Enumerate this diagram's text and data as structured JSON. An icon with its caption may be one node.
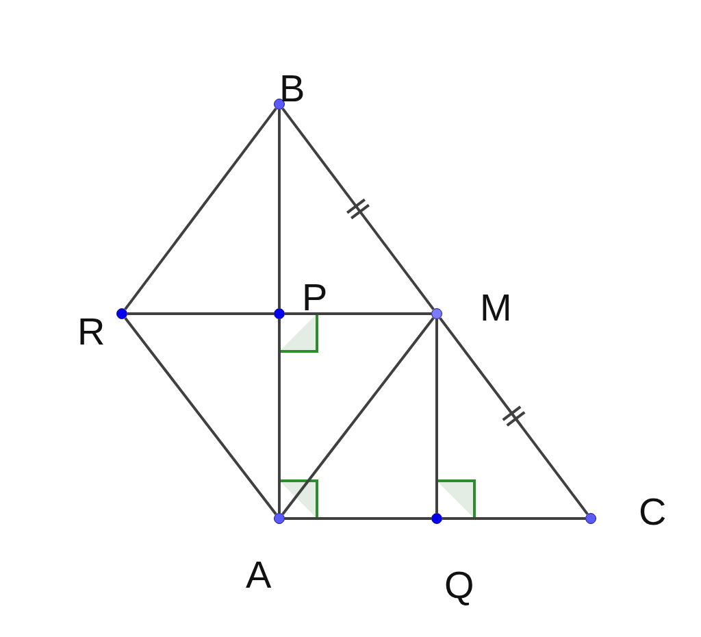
{
  "diagram": {
    "nodes": [
      {
        "text": [
          "B"
        ]
      },
      {
        "text": [
          "R"
        ]
      },
      {
        "text": [
          "P"
        ]
      },
      {
        "text": [
          "M"
        ]
      },
      {
        "text": [
          "A"
        ]
      },
      {
        "text": [
          "Q"
        ]
      },
      {
        "text": [
          "C"
        ]
      }
    ],
    "edges": [
      {
        "from": 0,
        "to": 1,
        "arrow": "none"
      },
      {
        "from": 0,
        "to": 2,
        "arrow": "none"
      },
      {
        "from": 0,
        "to": 3,
        "arrow": "none"
      },
      {
        "from": 1,
        "to": 2,
        "arrow": "none"
      },
      {
        "from": 2,
        "to": 3,
        "arrow": "none"
      },
      {
        "from": 1,
        "to": 4,
        "arrow": "none"
      },
      {
        "from": 2,
        "to": 4,
        "arrow": "none"
      },
      {
        "from": 4,
        "to": 3,
        "arrow": "none"
      },
      {
        "from": 3,
        "to": 5,
        "arrow": "none"
      },
      {
        "from": 3,
        "to": 6,
        "arrow": "none"
      },
      {
        "from": 4,
        "to": 5,
        "arrow": "none"
      },
      {
        "from": 5,
        "to": 6,
        "arrow": "none"
      }
    ]
  }
}
